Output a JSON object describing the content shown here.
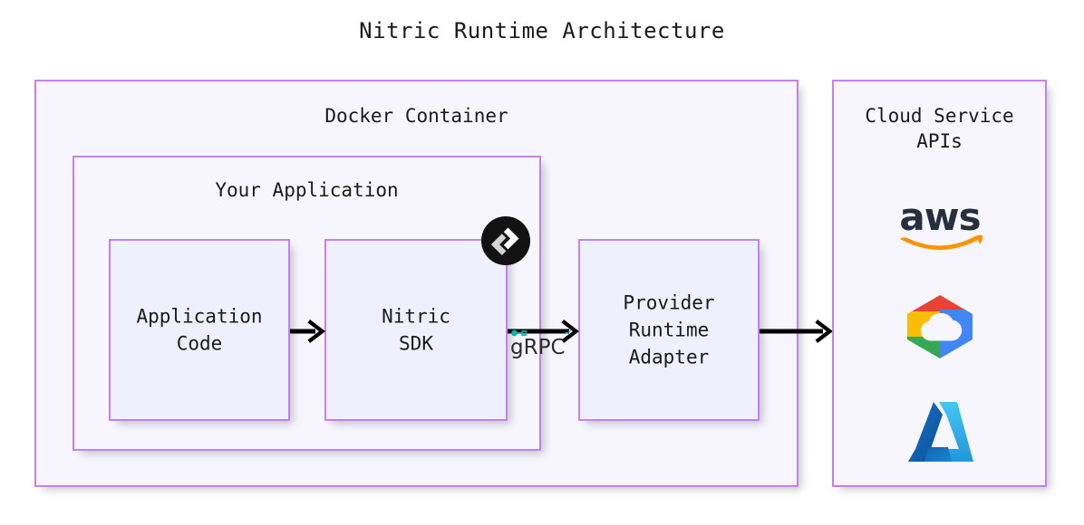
{
  "title": "Nitric Runtime Architecture",
  "containers": {
    "docker": {
      "label": "Docker Container"
    },
    "your_application": {
      "label": "Your Application"
    },
    "cloud": {
      "label": "Cloud Service\nAPIs"
    }
  },
  "nodes": [
    {
      "id": "application-code",
      "label": "Application\nCode"
    },
    {
      "id": "nitric-sdk",
      "label": "Nitric\nSDK"
    },
    {
      "id": "provider-runtime",
      "label": "Provider\nRuntime\nAdapter"
    }
  ],
  "edges": [
    {
      "id": "edge-appcode-to-sdk",
      "label": ""
    },
    {
      "id": "edge-sdk-to-provider",
      "label": "gRPC"
    },
    {
      "id": "edge-provider-to-cloud",
      "label": ""
    }
  ],
  "badges": {
    "nitric": {
      "icon": "nitric-logo-icon",
      "alt": "Nitric"
    }
  },
  "cloud_logos": [
    {
      "id": "aws-logo",
      "name": "aws",
      "text": "aws"
    },
    {
      "id": "gcp-logo",
      "name": "google-cloud"
    },
    {
      "id": "azure-logo",
      "name": "microsoft-azure"
    }
  ],
  "colors": {
    "box_border": "#c680f0",
    "box_fill": "#f7f6fe",
    "inner_fill": "#eef0fd",
    "arrow": "#000000",
    "grpc_accent": "#00b5ad",
    "aws_text": "#252f3e",
    "aws_smile": "#f79400",
    "gcp_red": "#ea4335",
    "gcp_yellow": "#fbbc05",
    "gcp_green": "#34a853",
    "gcp_blue": "#4285f4",
    "azure_dark": "#0a5ca8",
    "azure_light": "#35bdf4",
    "text": "#1a1a1a"
  }
}
